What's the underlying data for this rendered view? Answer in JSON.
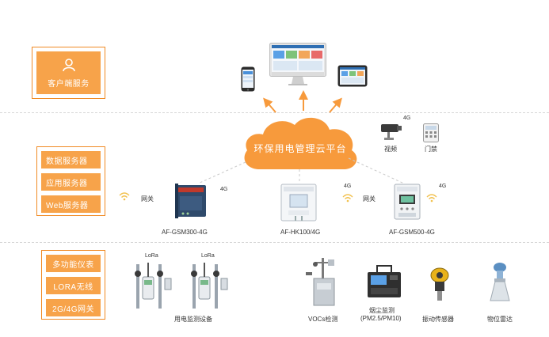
{
  "layers": {
    "client": {
      "label": "客户端服务"
    },
    "data": {
      "items": [
        "数据服务器",
        "应用服务器",
        "Web服务器"
      ]
    },
    "device": {
      "items": [
        "多功能仪表",
        "LORA无线",
        "2G/4G网关"
      ]
    }
  },
  "cloud": {
    "title": "环保用电管理云平台"
  },
  "extras": {
    "video": "视频",
    "access": "门禁",
    "signal": "4G"
  },
  "gateways": [
    {
      "name": "AF-GSM300-4G",
      "link_label": "网关",
      "signal": "4G"
    },
    {
      "name": "AF-HK100/4G",
      "signal": "4G"
    },
    {
      "name": "AF-GSM500-4G",
      "link_label": "网关",
      "signal": "4G"
    }
  ],
  "devices": {
    "lora_tag": "LoRa",
    "power_monitor": "用电监测设备",
    "vocs": "VOCs检测",
    "dust_line1": "烟尘监测",
    "dust_line2": "(PM2.5/PM10)",
    "vibration": "振动传感器",
    "radar": "物位雷达"
  },
  "colors": {
    "accent": "#f7a34a",
    "frame": "#f08a24",
    "cloud": "#f79a3c"
  }
}
